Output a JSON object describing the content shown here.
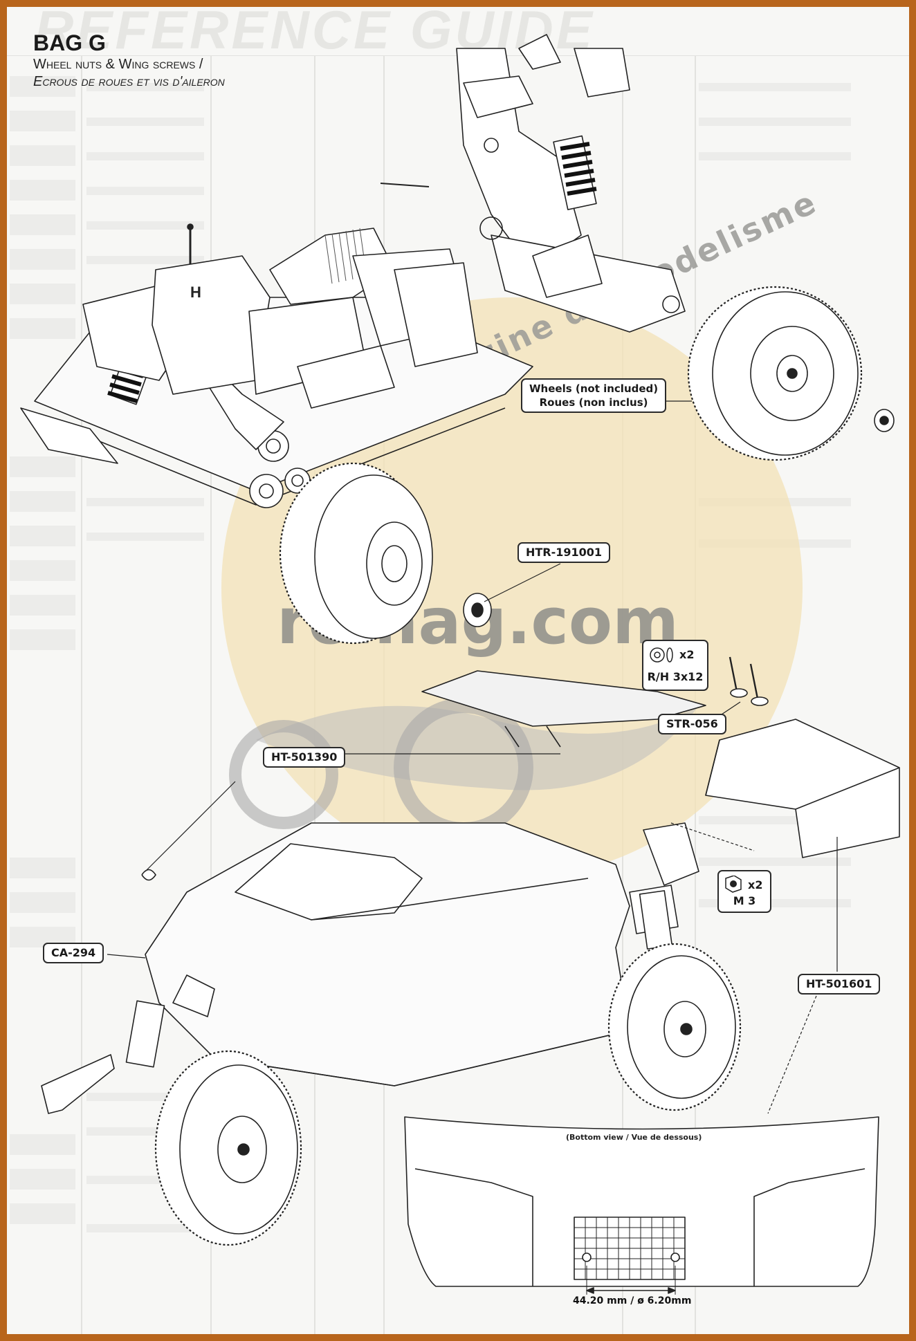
{
  "heading": {
    "bag": "BAG G",
    "subtitle_en": "Wheel nuts & Wing screws /",
    "subtitle_fr": "Ecrous de roues et vis d'aileron"
  },
  "background_title": "REFERENCE GUIDE",
  "callouts": {
    "wheels_en": "Wheels (not included)",
    "wheels_fr": "Roues (non inclus)",
    "htr_191001": "HTR-191001",
    "screw_qty": "x2",
    "screw_size": "R/H 3x12",
    "str_056": "STR-056",
    "ht_501390": "HT-501390",
    "nut_qty": "x2",
    "nut_size": "M 3",
    "ca_294": "CA-294",
    "ht_501601": "HT-501601"
  },
  "wing_view": {
    "note": "(Bottom view / Vue de dessous)",
    "dimension": "44.20 mm / ø 6.20mm"
  },
  "watermark": {
    "arc_text": "Le web magazine du modelisme",
    "domain": "romag.com"
  },
  "colors": {
    "frame": "#b8651c",
    "paper": "#f7f7f5",
    "ink": "#1a1a1a",
    "watermark_disc": "#f3e2b6"
  }
}
